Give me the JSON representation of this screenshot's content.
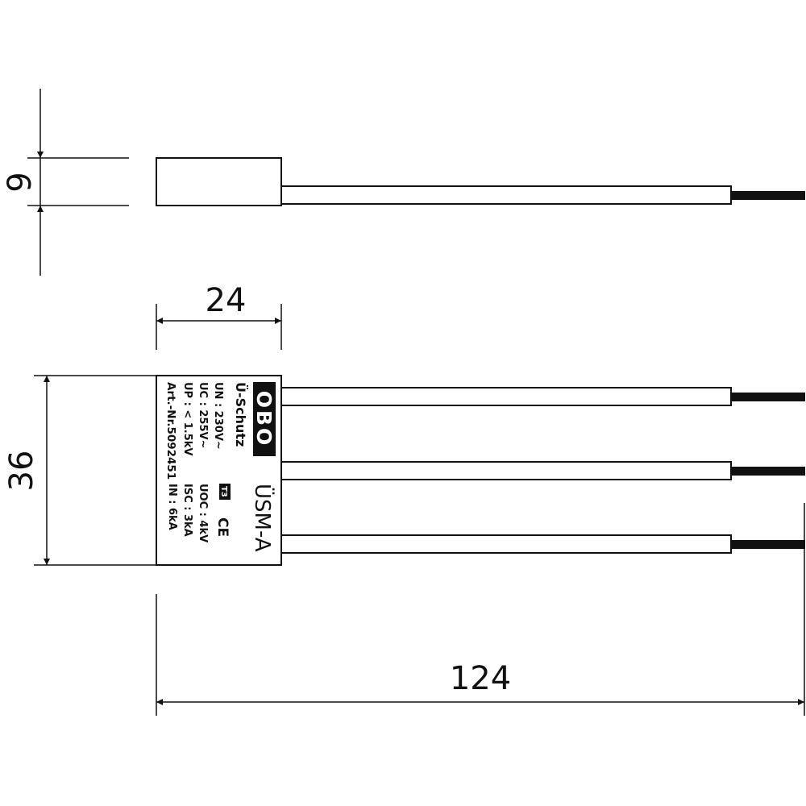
{
  "dimensions": {
    "height_top": "9",
    "width_top": "24",
    "height_front": "36",
    "total_length": "124"
  },
  "device_label": {
    "brand": "OBO",
    "product": "ÜSM-A",
    "left_lines": [
      "Ü-Schutz",
      "UN : 230V~",
      "UC : 255V~",
      "UP : < 1.5kV",
      "Art.-Nr.5092451"
    ],
    "right_lines": [
      "UOC : 4kV",
      "ISC : 3kA",
      "IN : 6kA"
    ],
    "mark_box": "T3",
    "ce_mark": "CE"
  }
}
